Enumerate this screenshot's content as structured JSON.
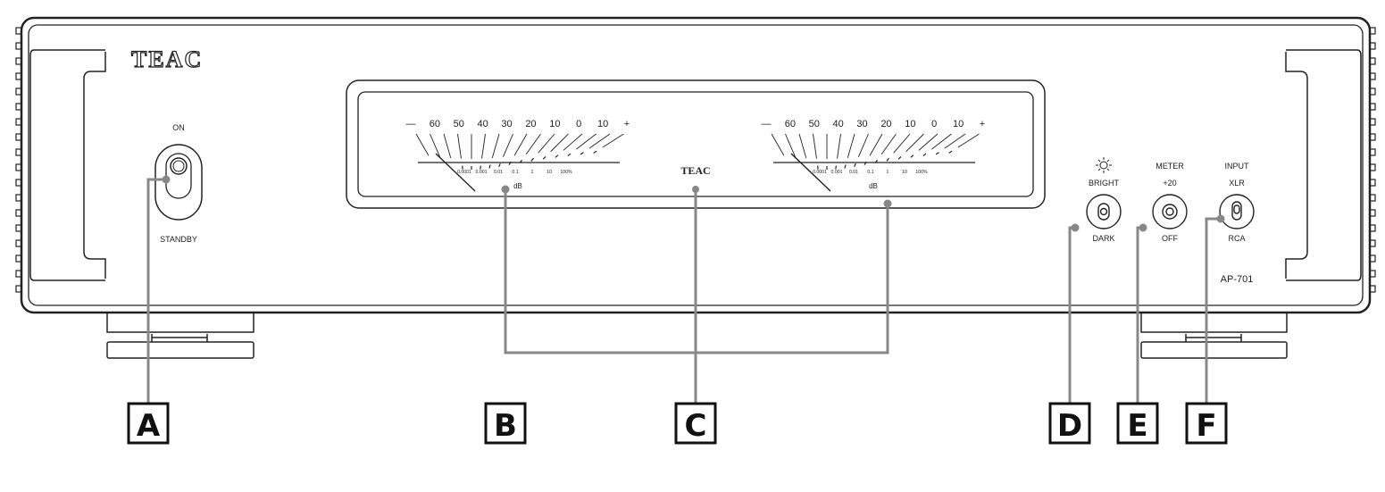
{
  "brand": "TEAC",
  "model": "AP-701",
  "power_switch": {
    "top_label": "ON",
    "bottom_label": "STANDBY"
  },
  "meters": {
    "center_brand": "TEAC",
    "scale_top": [
      "—",
      "60",
      "50",
      "40",
      "30",
      "20",
      "10",
      "0",
      "10",
      "+"
    ],
    "scale_bottom": [
      "0.0001",
      "0.001",
      "0.01",
      "0.1",
      "1",
      "10",
      "100%"
    ],
    "unit": "dB"
  },
  "brightness": {
    "icon": "sun-icon",
    "top_label": "BRIGHT",
    "bottom_label": "DARK"
  },
  "meter_switch": {
    "title": "METER",
    "top_label": "+20",
    "bottom_label": "OFF"
  },
  "input_switch": {
    "title": "INPUT",
    "top_label": "XLR",
    "bottom_label": "RCA"
  },
  "callouts": [
    "A",
    "B",
    "C",
    "D",
    "E",
    "F"
  ]
}
